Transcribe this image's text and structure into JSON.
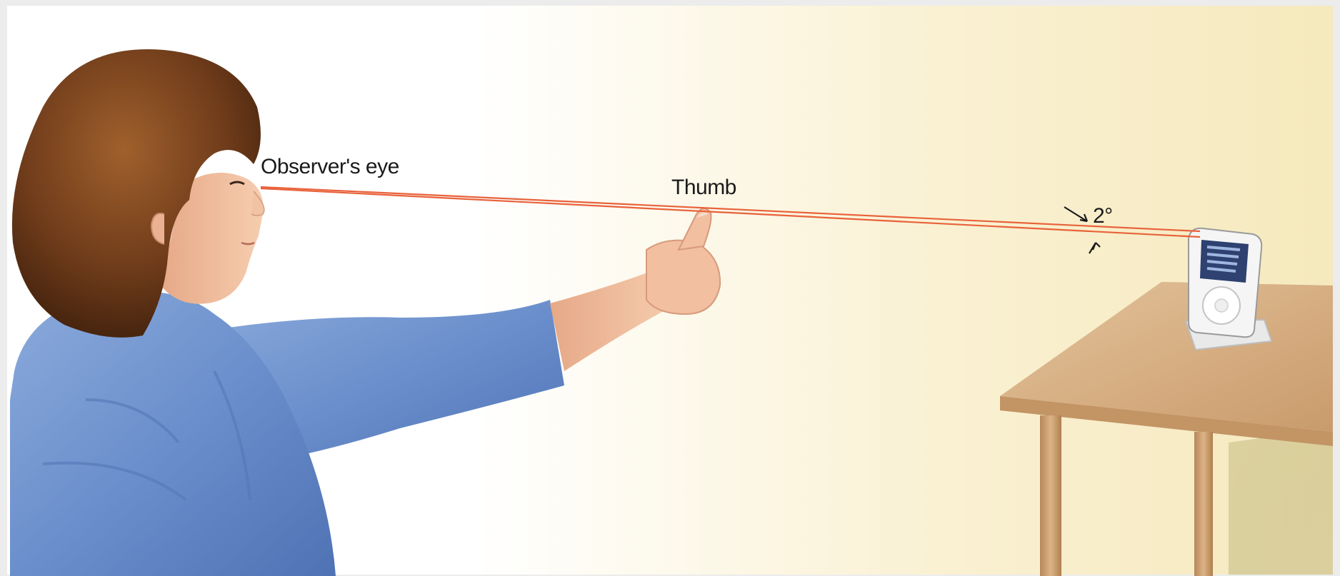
{
  "labels": {
    "observer_eye": "Observer's eye",
    "thumb": "Thumb",
    "angle": "2°"
  },
  "colors": {
    "background_left": "#ffffff",
    "background_right": "#f7edc4",
    "sight_lines": "#e8623a",
    "shirt": "#6f93cf",
    "hair": "#6b3a1c",
    "skin": "#f3c3a5",
    "table_top": "#d9b388",
    "table_legs": "#c99a6a",
    "device_body": "#f4f4f4",
    "device_screen": "#2c3e66"
  },
  "icons": {
    "device": "music-player-icon",
    "angle_arrows": "angle-arrow-icon"
  }
}
